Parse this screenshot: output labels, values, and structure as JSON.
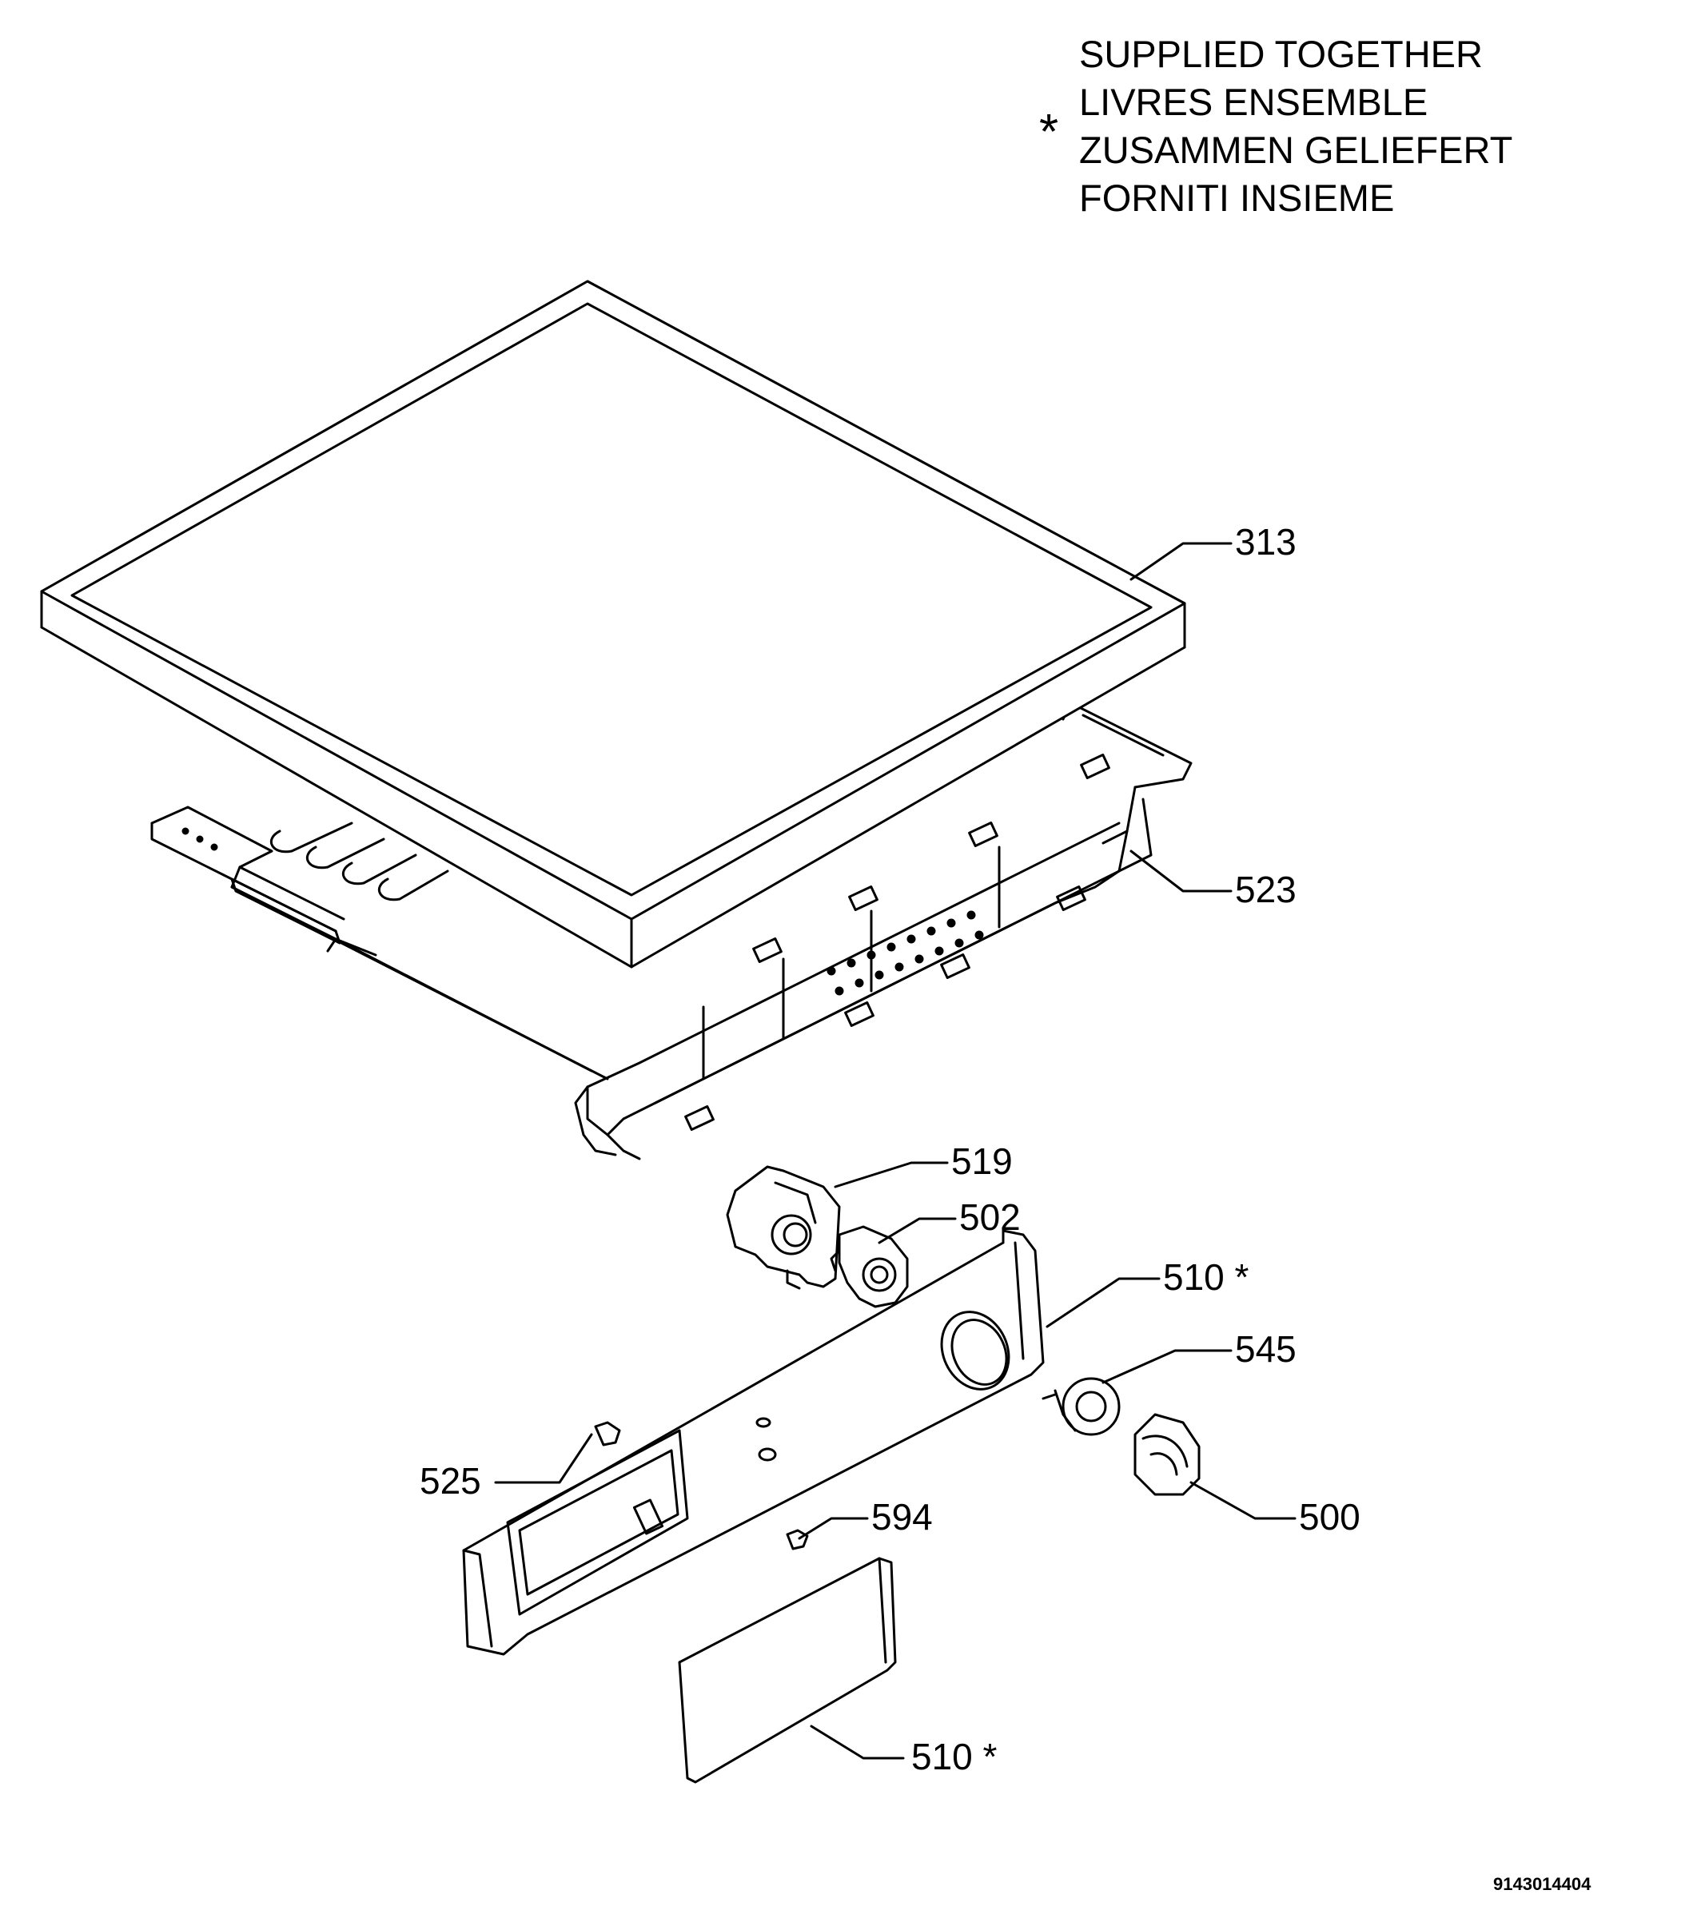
{
  "legend": {
    "symbol": "*",
    "lines": [
      "SUPPLIED TOGETHER",
      "LIVRES ENSEMBLE",
      "ZUSAMMEN GELIEFERT",
      "FORNITI INSIEME"
    ]
  },
  "callouts": {
    "c313": "313",
    "c523": "523",
    "c519": "519",
    "c502": "502",
    "c510a": "510 *",
    "c545": "545",
    "c525": "525",
    "c594": "594",
    "c500": "500",
    "c510b": "510 *"
  },
  "reference_number": "9143014404"
}
